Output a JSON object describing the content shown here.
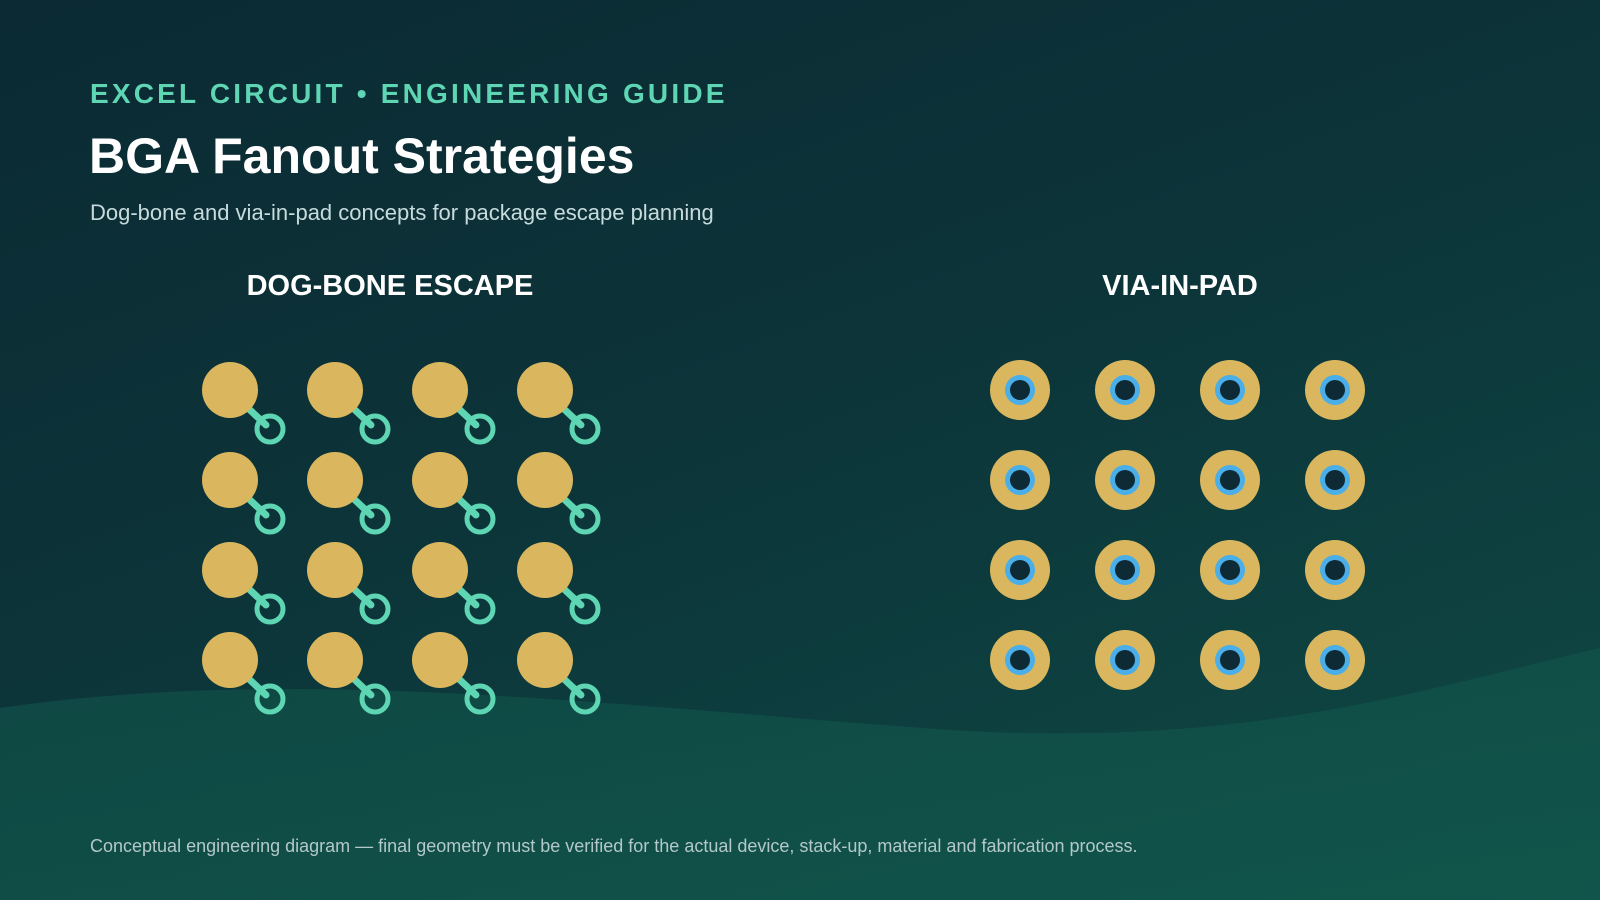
{
  "header": {
    "eyebrow": "EXCEL CIRCUIT • ENGINEERING GUIDE",
    "title": "BGA Fanout Strategies",
    "subtitle": "Dog-bone and via-in-pad concepts for package escape planning"
  },
  "panels": {
    "dogbone": {
      "title": "DOG-BONE ESCAPE",
      "rows": 4,
      "cols": 4
    },
    "viainpad": {
      "title": "VIA-IN-PAD",
      "rows": 4,
      "cols": 4
    }
  },
  "colors": {
    "pad": "#dab75e",
    "dogbone_trace": "#5fd6b3",
    "via_ring": "#4aaee8",
    "via_hole": "#0d2a35",
    "accent": "#5fd6b3"
  },
  "footer": {
    "note": "Conceptual engineering diagram — final geometry must be verified for the actual device, stack-up, material and fabrication process."
  }
}
